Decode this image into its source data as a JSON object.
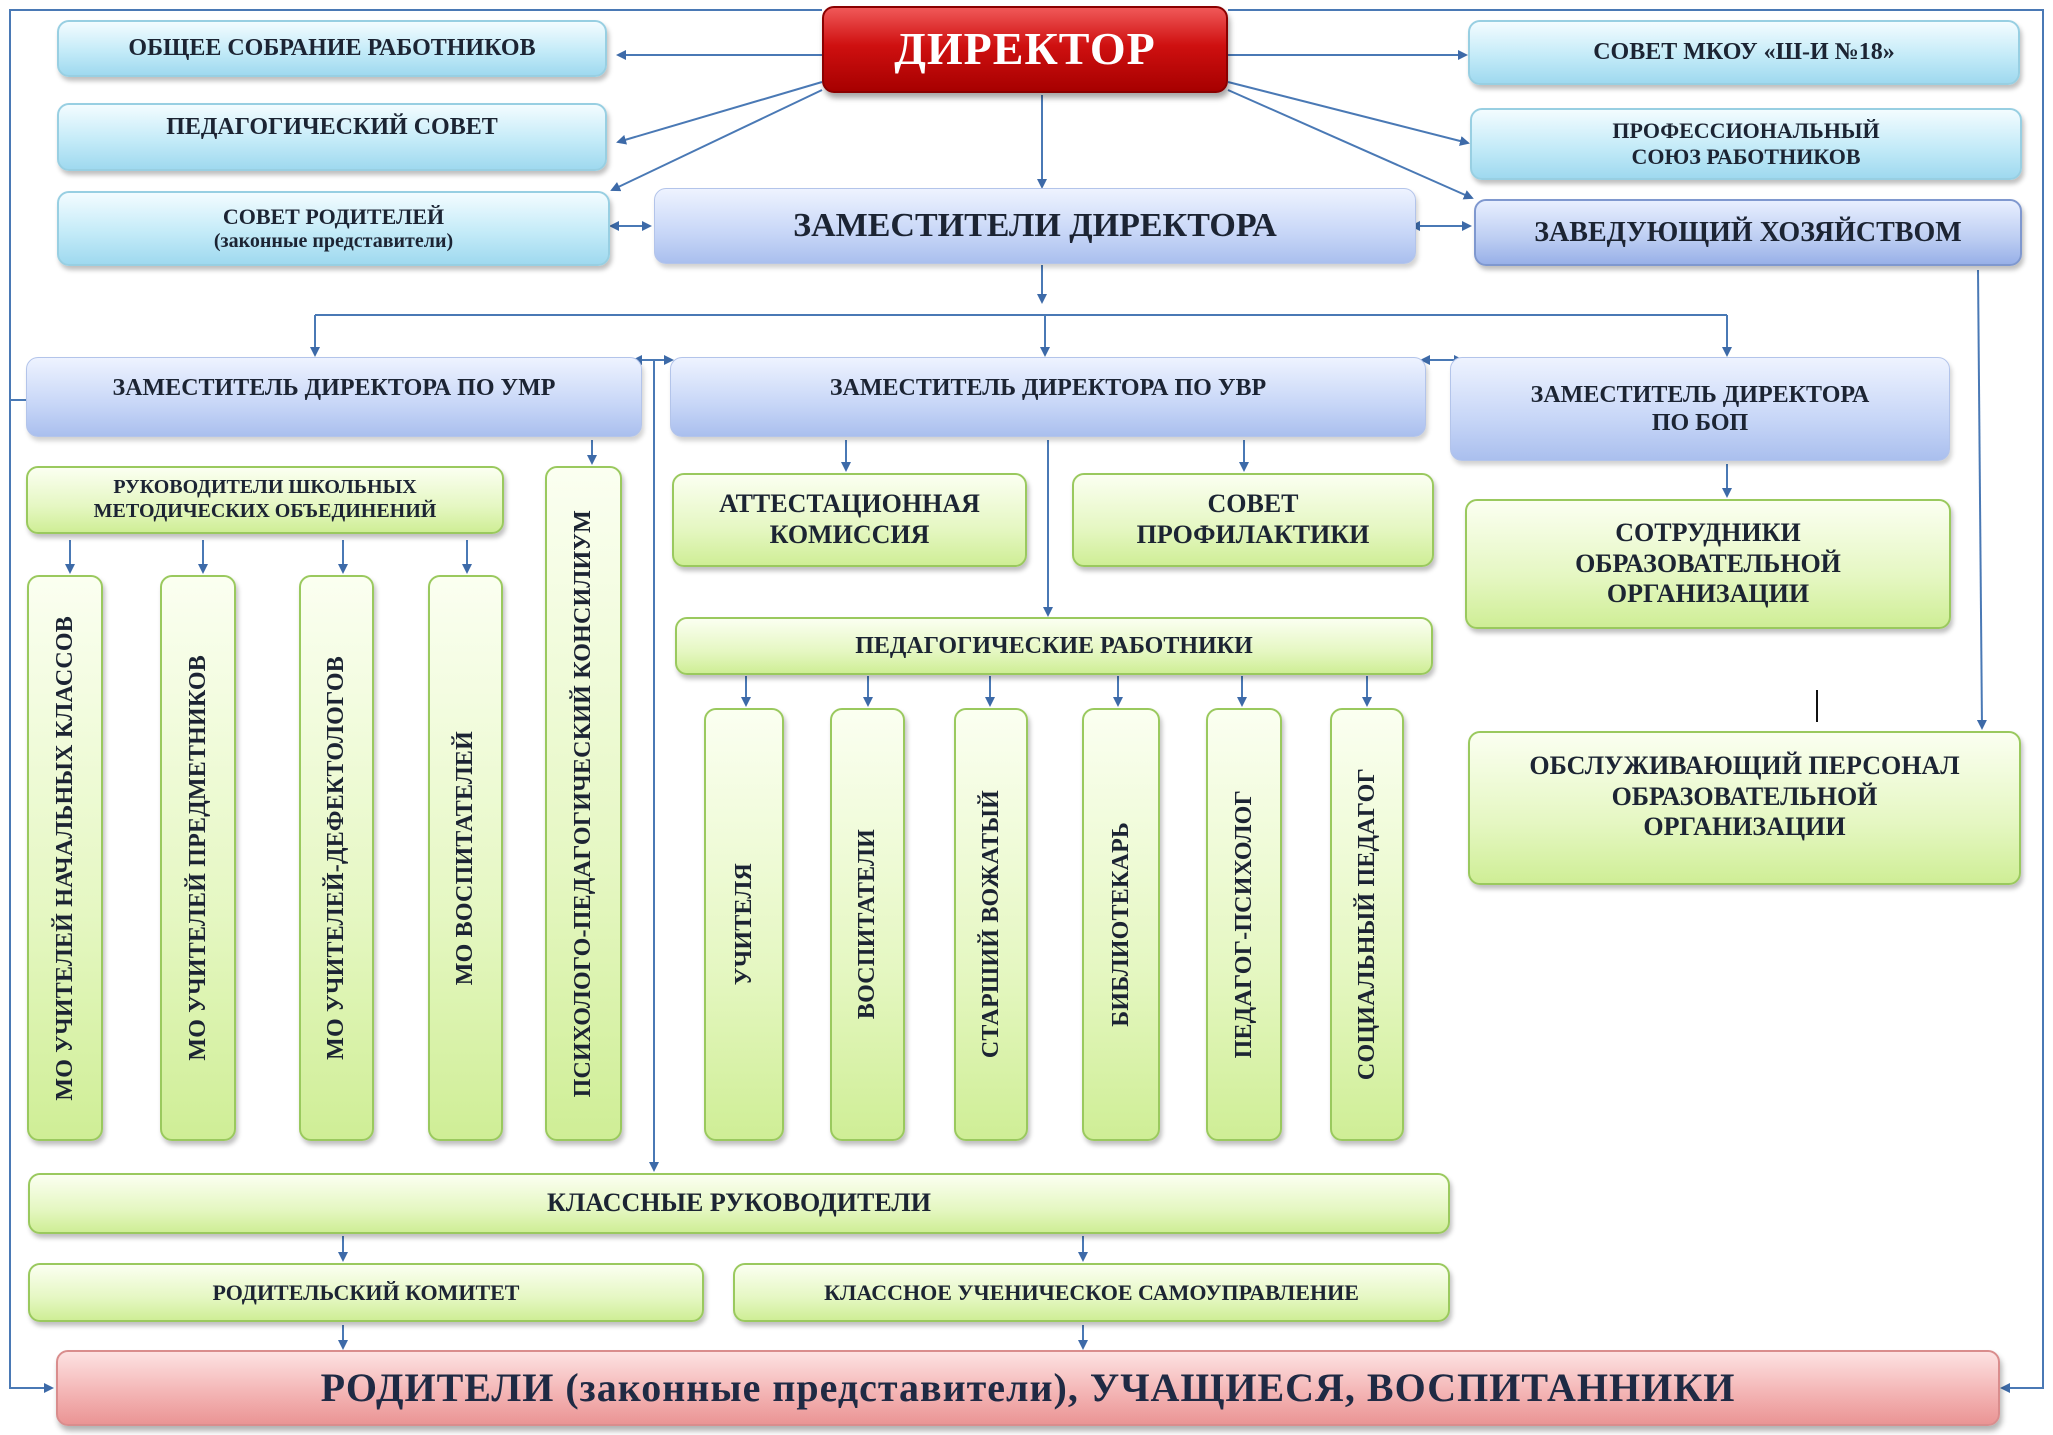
{
  "director": "ДИРЕКТОР",
  "top_left": {
    "general_meeting": "ОБЩЕЕ СОБРАНИЕ РАБОТНИКОВ",
    "pedagogical_council": "ПЕДАГОГИЧЕСКИЙ СОВЕТ",
    "parents_council_line1": "СОВЕТ РОДИТЕЛЕЙ",
    "parents_council_line2": "(законные представители)"
  },
  "top_right": {
    "school_council": "СОВЕТ МКОУ «Ш-И №18»",
    "union_line1": "ПРОФЕССИОНАЛЬНЫЙ",
    "union_line2": "СОЮЗ РАБОТНИКОВ",
    "facilities_head": "ЗАВЕДУЮЩИЙ ХОЗЯЙСТВОМ"
  },
  "deputies": "ЗАМЕСТИТЕЛИ ДИРЕКТОРА",
  "deputy_umr": "ЗАМЕСТИТЕЛЬ ДИРЕКТОРА ПО УМР",
  "deputy_uvr": "ЗАМЕСТИТЕЛЬ ДИРЕКТОРА ПО УВР",
  "deputy_bop_line1": "ЗАМЕСТИТЕЛЬ ДИРЕКТОРА",
  "deputy_bop_line2": "ПО БОП",
  "mo_heads_line1": "РУКОВОДИТЕЛИ ШКОЛЬНЫХ",
  "mo_heads_line2": "МЕТОДИЧЕСКИХ ОБЪЕДИНЕНИЙ",
  "mo_columns": [
    "МО УЧИТЕЛЕЙ НАЧАЛЬНЫХ КЛАССОВ",
    "МО УЧИТЕЛЕЙ ПРЕДМЕТНИКОВ",
    "МО УЧИТЕЛЕЙ-ДЕФЕКТОЛОГОВ",
    "МО ВОСПИТАТЕЛЕЙ"
  ],
  "ppk": "ПСИХОЛОГО-ПЕДАГОГИЧЕСКИЙ КОНСИЛИУМ",
  "attestation_line1": "АТТЕСТАЦИОННАЯ",
  "attestation_line2": "КОМИССИЯ",
  "prevention_line1": "СОВЕТ",
  "prevention_line2": "ПРОФИЛАКТИКИ",
  "ped_workers": "ПЕДАГОГИЧЕСКИЕ РАБОТНИКИ",
  "ped_columns": [
    "УЧИТЕЛЯ",
    "ВОСПИТАТЕЛИ",
    "СТАРШИЙ ВОЖАТЫЙ",
    "БИБЛИОТЕКАРЬ",
    "ПЕДАГОГ-ПСИХОЛОГ",
    "СОЦИАЛЬНЫЙ ПЕДАГОГ"
  ],
  "staff_line1": "СОТРУДНИКИ",
  "staff_line2": "ОБРАЗОВАТЕЛЬНОЙ",
  "staff_line3": "ОРГАНИЗАЦИИ",
  "service_line1": "ОБСЛУЖИВАЮЩИЙ ПЕРСОНАЛ",
  "service_line2": "ОБРАЗОВАТЕЛЬНОЙ",
  "service_line3": "ОРГАНИЗАЦИИ",
  "class_teachers": "КЛАССНЫЕ РУКОВОДИТЕЛИ",
  "parent_committee": "РОДИТЕЛЬСКИЙ КОМИТЕТ",
  "student_government": "КЛАССНОЕ УЧЕНИЧЕСКОЕ САМОУПРАВЛЕНИЕ",
  "bottom": "РОДИТЕЛИ (законные представители), УЧАЩИЕСЯ, ВОСПИТАННИКИ",
  "colors": {
    "director": "#c50d0d",
    "cyan_boxes": "#c4ebf8",
    "blue_boxes": "#c7d6f7",
    "green_boxes": "#e5f7c2",
    "bottom_box": "#f3b2b2",
    "connectors": "#4a79b5"
  }
}
